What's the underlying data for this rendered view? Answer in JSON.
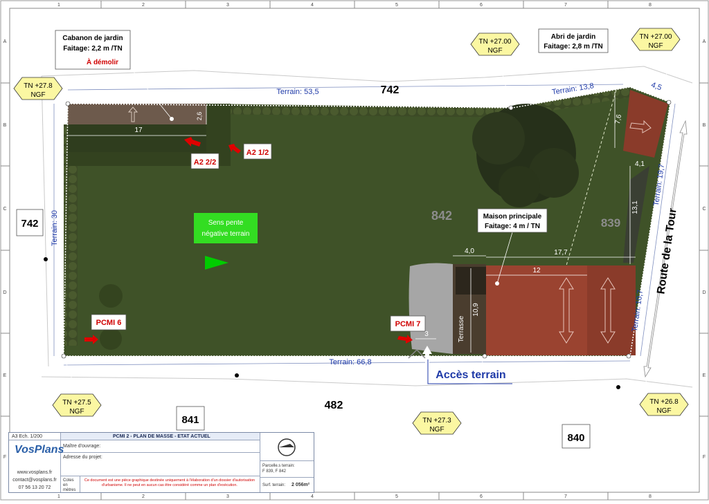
{
  "frame": {
    "col_labels": [
      "1",
      "2",
      "3",
      "4",
      "5",
      "6",
      "7",
      "8"
    ],
    "row_labels": [
      "A",
      "B",
      "C",
      "D",
      "E",
      "F"
    ]
  },
  "plan": {
    "parcel_main": "842",
    "parcel_right": "839",
    "parcel_top": "742",
    "parcel_left": "742",
    "parcel_bottom": "482",
    "parcel_841": "841",
    "parcel_840": "840",
    "road_name": "Route de la Tour",
    "access_label": "Accès terrain",
    "terrain_top": "Terrain: 53,5",
    "terrain_top_right": "Terrain: 13,8",
    "terrain_corner": "4,5",
    "terrain_left": "Terrain: 30",
    "terrain_bottom": "Terrain: 66,8",
    "terrain_right_upper": "Terrain: 19,7",
    "terrain_right_lower": "Terrain: 10,7",
    "dim_shed_length": "17",
    "dim_shed_depth": "2,6",
    "dim_shelter_depth": "7,6",
    "dim_shelter_offset": "4,1",
    "dim_house_side": "13,1",
    "dim_house_offset": "4,0",
    "dim_house_to_edge": "17,7",
    "dim_house_length": "12",
    "dim_terrace_depth": "10,9",
    "dim_access": "3",
    "terrace_label": "Terrasse",
    "slope_note": "Sens pente négative terrain",
    "shed_label": {
      "name": "Cabanon de jardin",
      "ridge": "Faitage: 2,2 m /TN",
      "note": "À démolir"
    },
    "shelter_label": {
      "name": "Abri de jardin",
      "ridge": "Faitage: 2,8 m /TN"
    },
    "house_label": {
      "name": "Maison principale",
      "ridge": "Faitage: 4 m / TN"
    },
    "tags": {
      "a2_2": "A2 2/2",
      "a2_1": "A2 1/2",
      "pcmi6": "PCMI 6",
      "pcmi7": "PCMI 7"
    },
    "levels": [
      {
        "id": "tl",
        "line1": "TN +27.8",
        "line2": "NGF"
      },
      {
        "id": "t",
        "line1": "TN +27.00",
        "line2": "NGF"
      },
      {
        "id": "tr",
        "line1": "TN +27.00",
        "line2": "NGF"
      },
      {
        "id": "bl",
        "line1": "TN +27.5",
        "line2": "NGF"
      },
      {
        "id": "b",
        "line1": "TN +27.3",
        "line2": "NGF"
      },
      {
        "id": "br",
        "line1": "TN +26.8",
        "line2": "NGF"
      }
    ]
  },
  "cartouche": {
    "scale": "A3 Ech. 1/200",
    "title": "PCMI 2 - PLAN DE MASSE - ETAT ACTUEL",
    "owner_label": "Maître d'ouvrage:",
    "address_label": "Adresse du projet:",
    "units": "Cotes en mètres",
    "disclaimer": "Ce document est une pièce graphique destinée uniquement à l'élaboration d'un dossier d'autorisation d'urbanisme. Il ne peut en aucun cas être considéré comme un plan d'exécution.",
    "brand": "VosPlans",
    "website": "www.vosplans.fr",
    "email": "contact@vosplans.fr",
    "phone": "07 56 13 20 72",
    "parcels_label": "Parcelle.s terrain:",
    "parcels_value": "F 839, F 842",
    "surface_label": "Surf. terrain:",
    "surface_value": "2 056m²"
  }
}
